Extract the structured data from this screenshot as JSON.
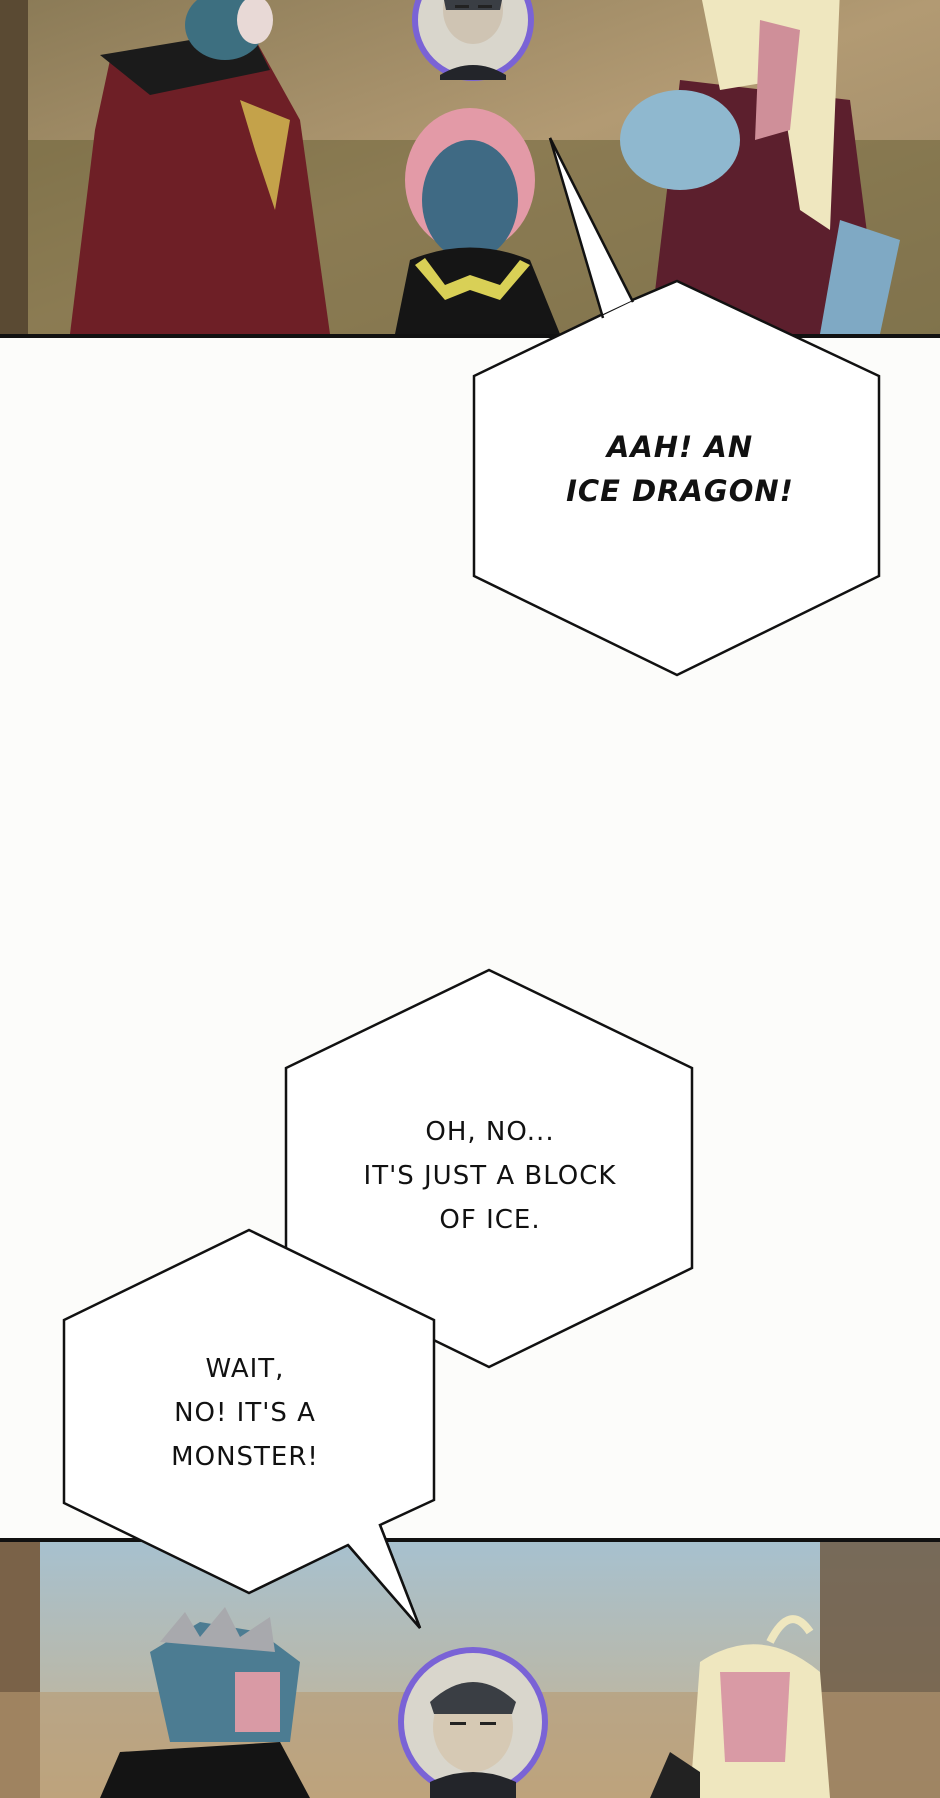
{
  "bubbles": {
    "ice_dragon": {
      "lines": [
        "AAH! AN",
        "ICE DRAGON!"
      ]
    },
    "block_of_ice": {
      "lines": [
        "OH, NO...",
        "IT'S JUST A BLOCK",
        "OF ICE."
      ]
    },
    "monster": {
      "lines": [
        "WAIT,",
        "NO! IT'S A",
        "MONSTER!"
      ]
    }
  },
  "colors": {
    "page_bg": "#fcfcfa",
    "ink": "#111111",
    "panel_border": "#111111",
    "avatar_ring": "#7a63d6"
  }
}
